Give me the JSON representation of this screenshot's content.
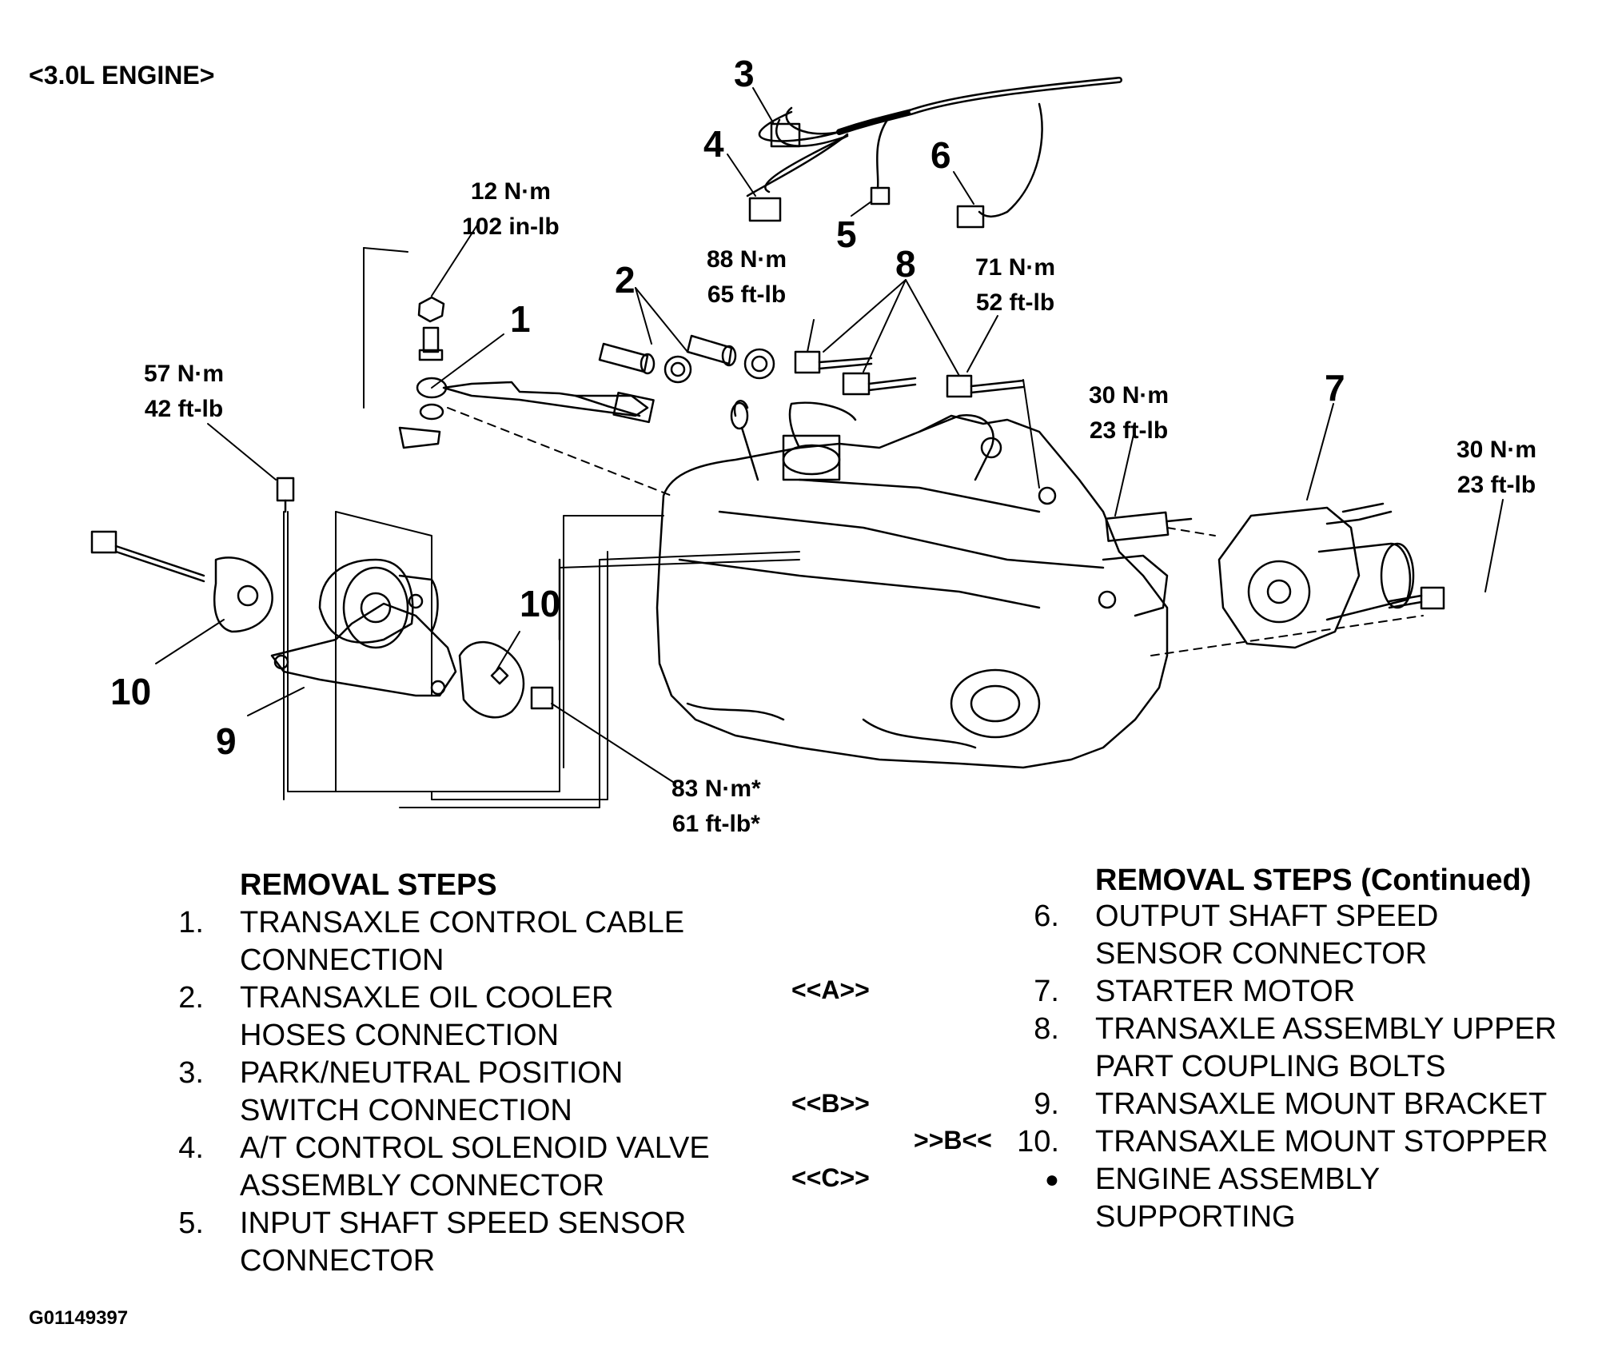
{
  "header": {
    "engine_label": "<3.0L ENGINE>"
  },
  "callouts": {
    "c1": "1",
    "c2": "2",
    "c3": "3",
    "c4": "4",
    "c5": "5",
    "c6": "6",
    "c7": "7",
    "c8": "8",
    "c9": "9",
    "c10a": "10",
    "c10b": "10"
  },
  "torque": {
    "t12": [
      "12 N·m",
      "102 in-lb"
    ],
    "t88": [
      "88 N·m",
      "65 ft-lb"
    ],
    "t71": [
      "71 N·m",
      "52 ft-lb"
    ],
    "t57": [
      "57 N·m",
      "42 ft-lb"
    ],
    "t30a": [
      "30 N·m",
      "23 ft-lb"
    ],
    "t30b": [
      "30 N·m",
      "23 ft-lb"
    ],
    "t83": [
      "83 N·m*",
      "61 ft-lb*"
    ]
  },
  "removal_left": {
    "title": "REMOVAL STEPS",
    "steps": [
      {
        "num": "1.",
        "lines": [
          "TRANSAXLE CONTROL CABLE",
          "CONNECTION"
        ]
      },
      {
        "num": "2.",
        "lines": [
          "TRANSAXLE OIL COOLER",
          "HOSES CONNECTION"
        ]
      },
      {
        "num": "3.",
        "lines": [
          "PARK/NEUTRAL POSITION",
          "SWITCH CONNECTION"
        ]
      },
      {
        "num": "4.",
        "lines": [
          "A/T CONTROL SOLENOID VALVE",
          "ASSEMBLY CONNECTOR"
        ]
      },
      {
        "num": "5.",
        "lines": [
          "INPUT SHAFT SPEED SENSOR",
          "CONNECTOR"
        ]
      }
    ]
  },
  "removal_right": {
    "title": "REMOVAL STEPS (Continued)",
    "steps": [
      {
        "num": "6.",
        "lines": [
          "OUTPUT SHAFT SPEED",
          "SENSOR CONNECTOR"
        ]
      },
      {
        "num": "7.",
        "lines": [
          "STARTER MOTOR"
        ]
      },
      {
        "num": "8.",
        "lines": [
          "TRANSAXLE ASSEMBLY UPPER",
          "PART COUPLING BOLTS"
        ]
      },
      {
        "num": "9.",
        "lines": [
          "TRANSAXLE MOUNT BRACKET"
        ]
      },
      {
        "num": "10.",
        "lines": [
          "TRANSAXLE MOUNT STOPPER"
        ]
      },
      {
        "num": "●",
        "lines": [
          "ENGINE ASSEMBLY",
          "SUPPORTING"
        ]
      }
    ]
  },
  "codes": {
    "a": "<<A>>",
    "b": "<<B>>",
    "b_install": ">>B<<",
    "c": "<<C>>"
  },
  "footer": {
    "figure_id": "G01149397"
  }
}
